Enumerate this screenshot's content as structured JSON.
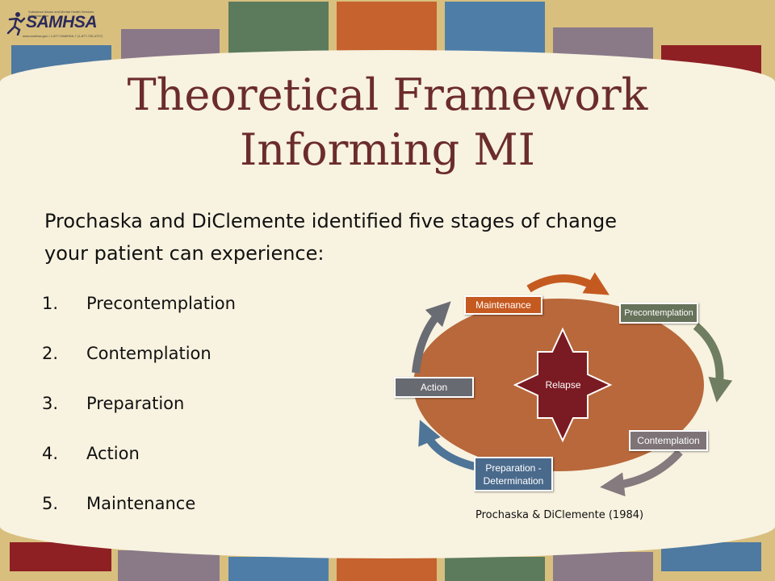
{
  "branding": {
    "logo_text": "SAMHSA",
    "logo_subtitle": "Substance Abuse and Mental Health Services Administration",
    "logo_contact": "www.samhsa.gov • 1-877-SAMHSA-7 (1-877-726-4727)"
  },
  "slide": {
    "title_line1": "Theoretical Framework",
    "title_line2": "Informing MI",
    "intro_line1": "Prochaska and DiClemente identified five stages of change",
    "intro_line2": "your patient can experience:",
    "stages": [
      {
        "number": "1.",
        "label": "Precontemplation"
      },
      {
        "number": "2.",
        "label": "Contemplation"
      },
      {
        "number": "3.",
        "label": "Preparation"
      },
      {
        "number": "4.",
        "label": "Action"
      },
      {
        "number": "5.",
        "label": "Maintenance"
      }
    ]
  },
  "diagram": {
    "center": "Relapse",
    "maintenance": "Maintenance",
    "precontemplation": "Precontemplation",
    "contemplation": "Contemplation",
    "preparation_line1": "Preparation -",
    "preparation_line2": "Determination",
    "action": "Action",
    "caption": "Prochaska & DiClemente (1984)"
  },
  "colors": {
    "background": "#d8bf7e",
    "panel": "#f8f2e0",
    "title": "#6b2c2c",
    "ellipse": "#b8683a",
    "relapse": "#7a1a22",
    "maintenance": "#c55a20",
    "precontemplation": "#66725a",
    "contemplation": "#7e7478",
    "preparation": "#4a6a8c",
    "action": "#686a72"
  }
}
